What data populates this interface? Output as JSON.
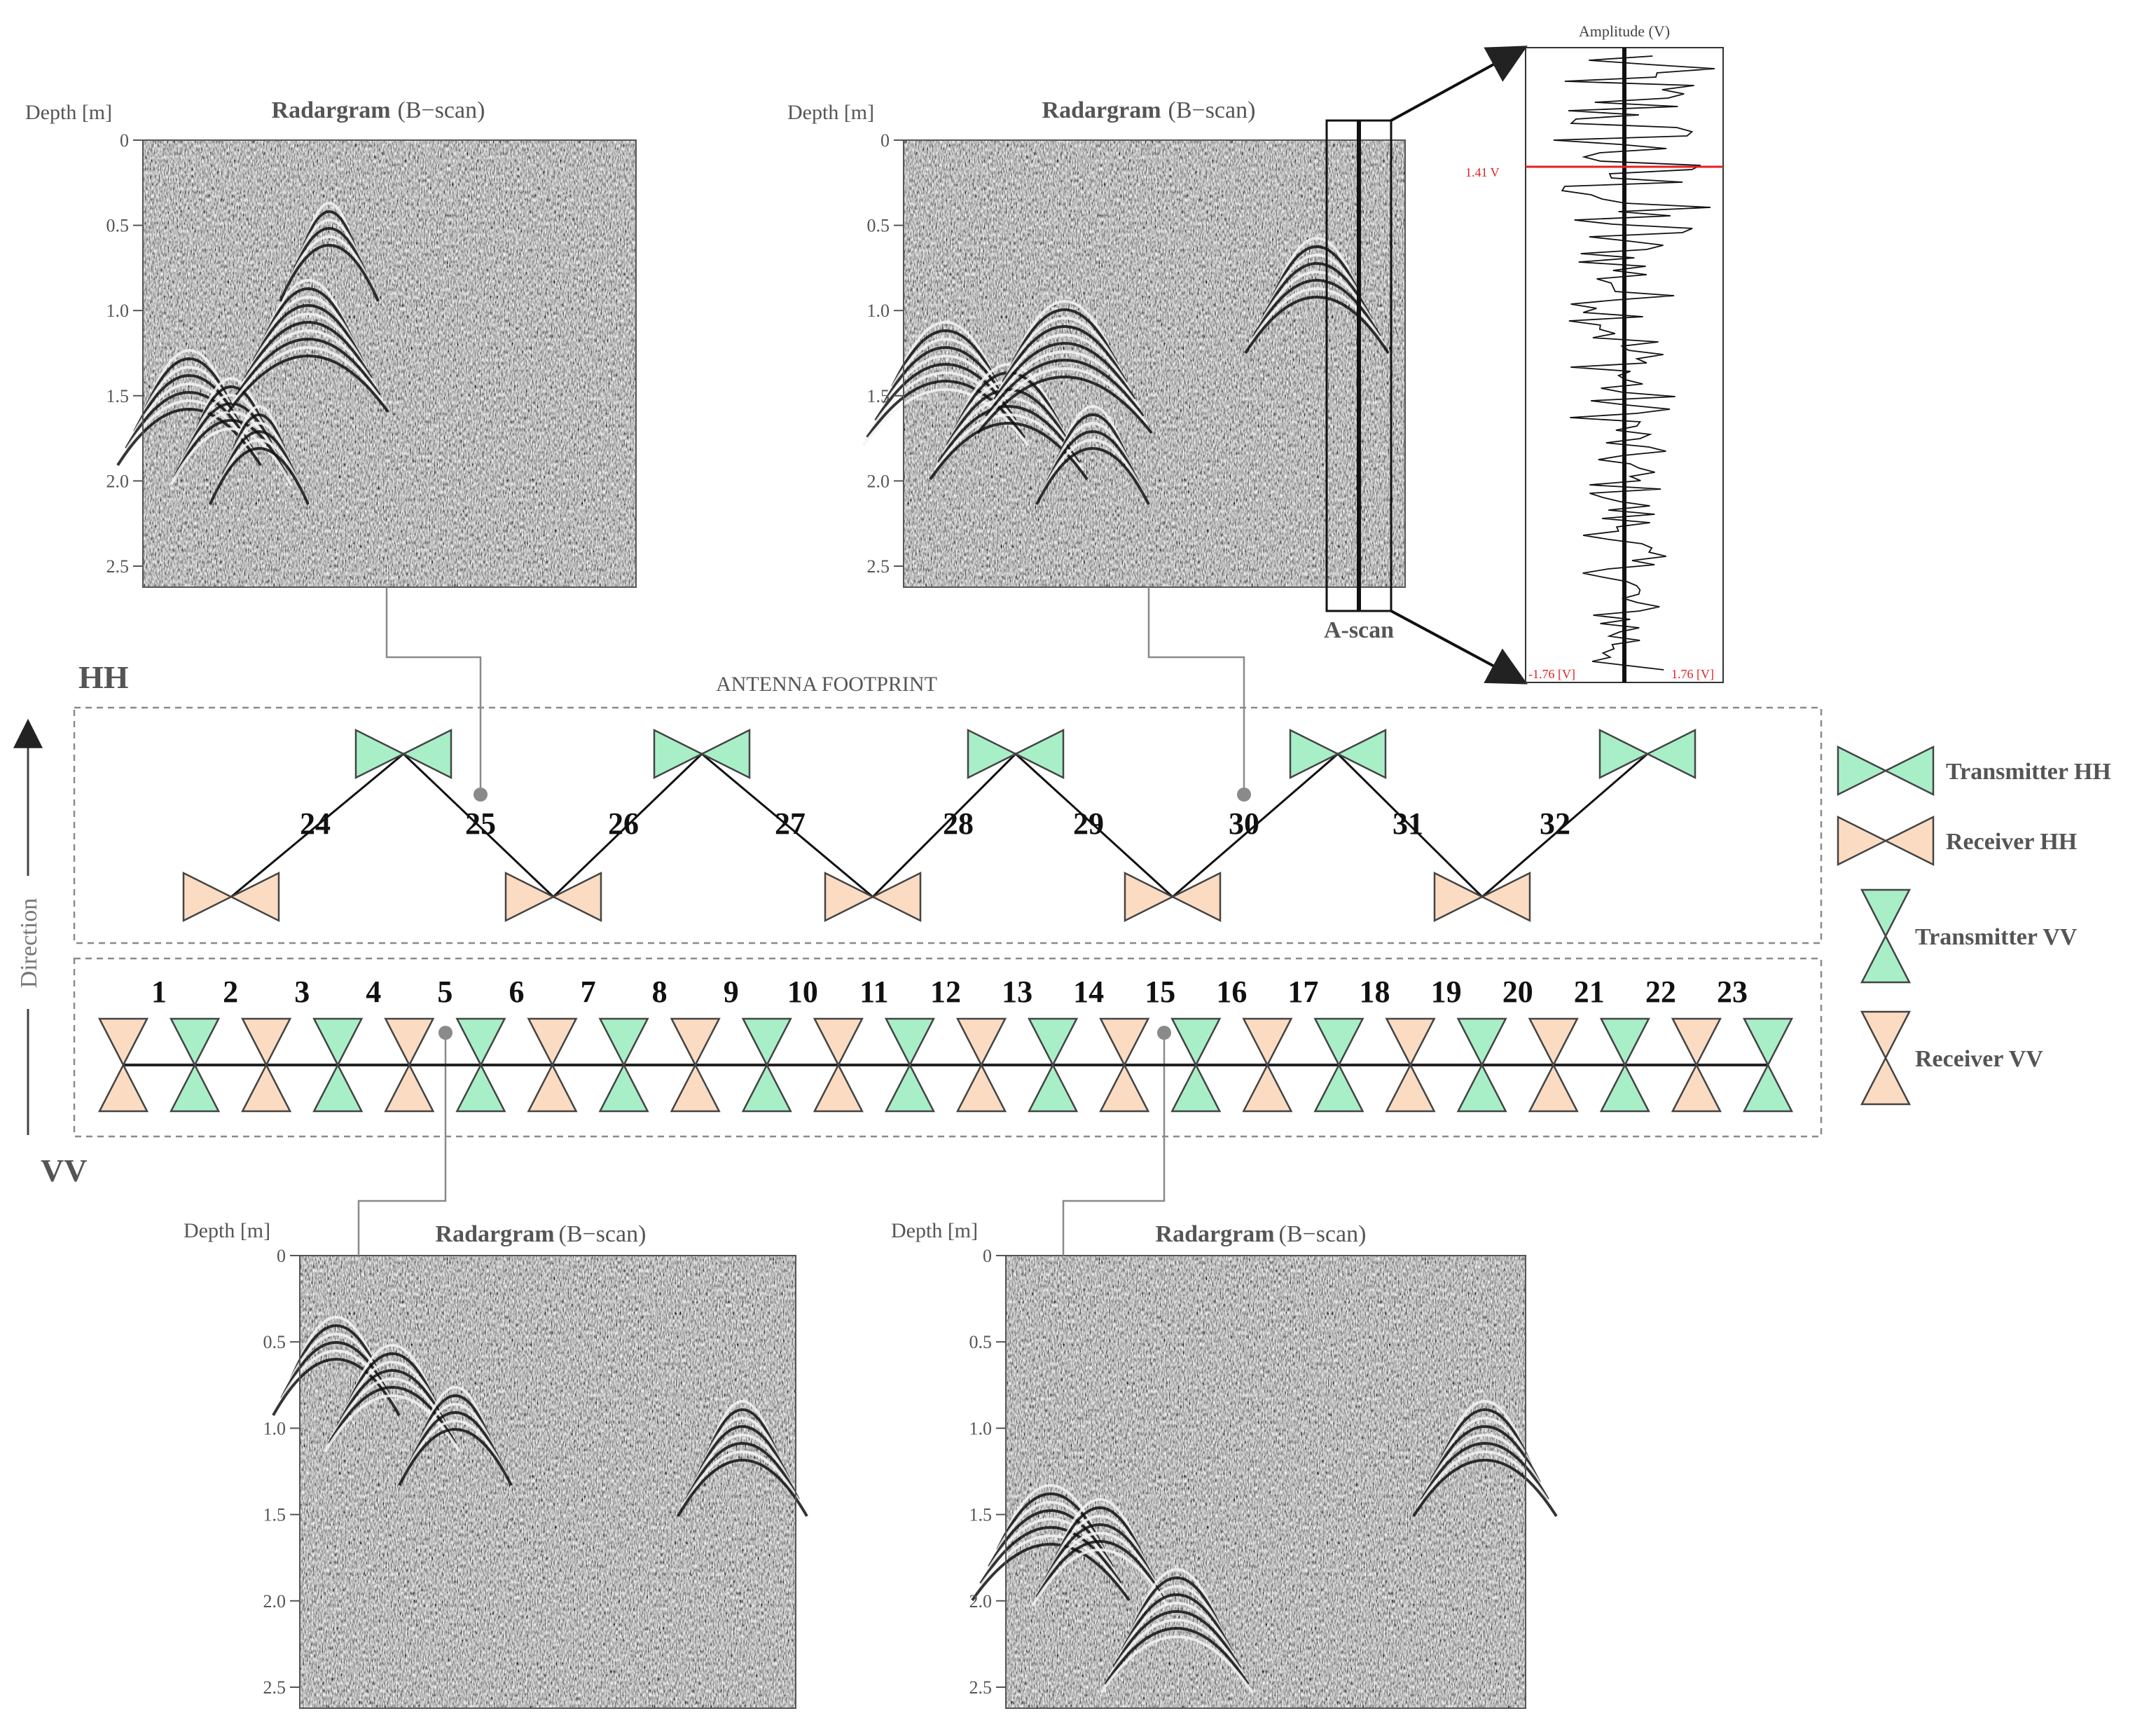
{
  "colors": {
    "transmitter_fill": "#a8efc8",
    "receiver_fill": "#fbdcc2",
    "shape_stroke": "#444444",
    "label_gray": "#555555",
    "box_dash": "#8a8a8a",
    "connector": "#8a8a8a",
    "ascan_marker": "#e52020",
    "text_dark": "#111111"
  },
  "labels": {
    "hh": "HH",
    "vv": "VV",
    "direction": "Direction",
    "antenna_footprint": "ANTENNA FOOTPRINT",
    "a_scan": "A-scan"
  },
  "radargrams": [
    {
      "title_bold": "Radargram",
      "title_paren": "(B−scan)",
      "depth_label": "Depth [m]",
      "ticks": [
        "0",
        "0.5",
        "1.0",
        "1.5",
        "2.0",
        "2.5"
      ]
    },
    {
      "title_bold": "Radargram",
      "title_paren": "(B−scan)",
      "depth_label": "Depth [m]",
      "ticks": [
        "0",
        "0.5",
        "1.0",
        "1.5",
        "2.0",
        "2.5"
      ]
    },
    {
      "title_bold": "Radargram",
      "title_paren": "(B−scan)",
      "depth_label": "Depth [m]",
      "ticks": [
        "0",
        "0.5",
        "1.0",
        "1.5",
        "2.0",
        "2.5"
      ]
    },
    {
      "title_bold": "Radargram",
      "title_paren": "(B−scan)",
      "depth_label": "Depth [m]",
      "ticks": [
        "0",
        "0.5",
        "1.0",
        "1.5",
        "2.0",
        "2.5"
      ]
    }
  ],
  "ascan": {
    "title": "Amplitude (V)",
    "marker_label": "1.41 V",
    "min_label": "-1.76 [V]",
    "max_label": "1.76 [V]"
  },
  "hh_channels": [
    "24",
    "25",
    "26",
    "27",
    "28",
    "29",
    "30",
    "31",
    "32"
  ],
  "vv_channels": [
    "1",
    "2",
    "3",
    "4",
    "5",
    "6",
    "7",
    "8",
    "9",
    "10",
    "11",
    "12",
    "13",
    "14",
    "15",
    "16",
    "17",
    "18",
    "19",
    "20",
    "21",
    "22",
    "23"
  ],
  "vv_sequence": [
    "receiver",
    "transmitter",
    "receiver",
    "transmitter",
    "receiver",
    "transmitter",
    "receiver",
    "transmitter",
    "receiver",
    "transmitter",
    "receiver",
    "transmitter",
    "receiver",
    "transmitter",
    "receiver",
    "transmitter",
    "receiver",
    "transmitter",
    "receiver",
    "transmitter",
    "receiver",
    "transmitter",
    "receiver",
    "transmitter"
  ],
  "legend": [
    {
      "label": "Transmitter HH",
      "kind": "tx-hh",
      "icon": "transmitter-hh-icon"
    },
    {
      "label": "Receiver HH",
      "kind": "rx-hh",
      "icon": "receiver-hh-icon"
    },
    {
      "label": "Transmitter VV",
      "kind": "tx-vv",
      "icon": "transmitter-vv-icon"
    },
    {
      "label": "Receiver VV",
      "kind": "rx-vv",
      "icon": "receiver-vv-icon"
    }
  ]
}
